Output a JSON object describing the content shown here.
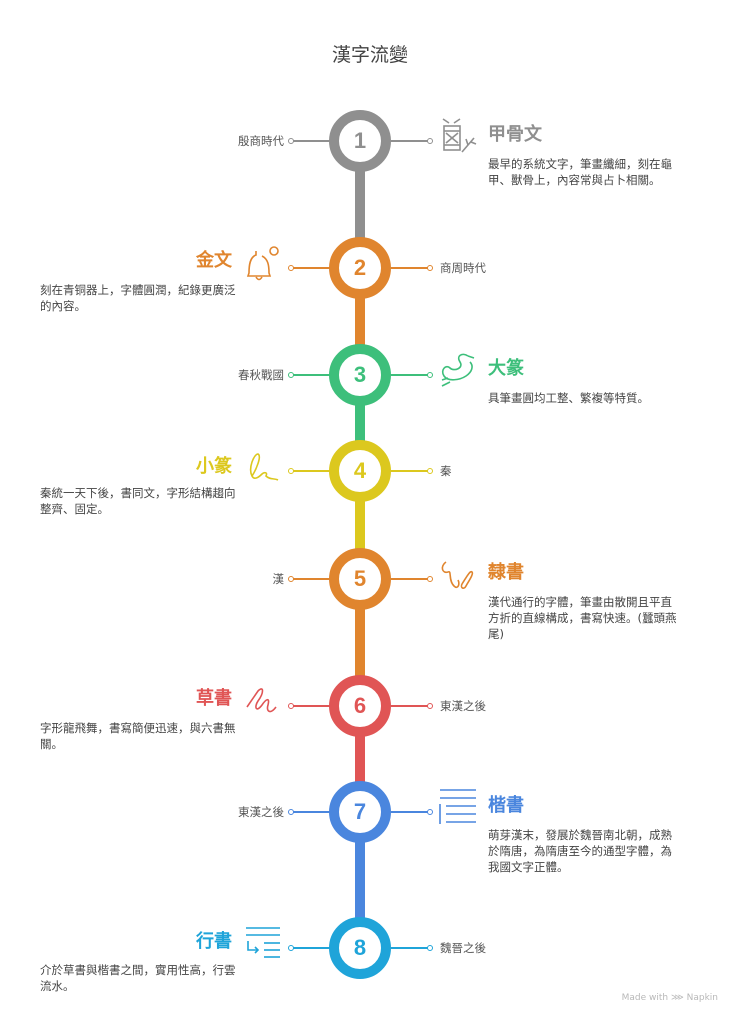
{
  "title": "漢字流變",
  "footer": "Made with ⋙ Napkin",
  "colors": {
    "gray": "#8f8f8f",
    "orange": "#e0852e",
    "green": "#3dbf7b",
    "yellow": "#dcc81e",
    "red": "#e05555",
    "blue": "#4a86de",
    "cyan": "#1fa4d9"
  },
  "stages": [
    {
      "number": "1",
      "name": "甲骨文",
      "era": "殷商時代",
      "description": "最早的系統文字，筆畫纖細，刻在龜甲、獸骨上，內容常與占卜相關。",
      "icon": "oracle-bone-icon",
      "color": "#8f8f8f",
      "side": "right"
    },
    {
      "number": "2",
      "name": "金文",
      "era": "商周時代",
      "description": "刻在青铜器上，字體圓潤，紀錄更廣泛的內容。",
      "icon": "bell-icon",
      "color": "#e0852e",
      "side": "left"
    },
    {
      "number": "3",
      "name": "大篆",
      "era": "春秋戰國",
      "description": "具筆畫圓均工整、繁複等特質。",
      "icon": "snake-icon",
      "color": "#3dbf7b",
      "side": "right"
    },
    {
      "number": "4",
      "name": "小篆",
      "era": "秦",
      "description": "秦統一天下後，書同文，字形結構趨向整齊、固定。",
      "icon": "signature-icon",
      "color": "#dcc81e",
      "side": "left"
    },
    {
      "number": "5",
      "name": "隸書",
      "era": "漢",
      "description": "漢代通行的字體，筆畫由散開且平直方折的直線構成，書寫快速。(蠶頭燕尾)",
      "icon": "squiggle-icon",
      "color": "#e0852e",
      "side": "right"
    },
    {
      "number": "6",
      "name": "草書",
      "era": "東漢之後",
      "description": "字形龍飛舞，書寫簡便迅速，與六書無關。",
      "icon": "cursive-icon",
      "color": "#e05555",
      "side": "left"
    },
    {
      "number": "7",
      "name": "楷書",
      "era": "東漢之後",
      "description": "萌芽漢末，發展於魏晉南北朝，成熟於隋唐，為隋唐至今的通型字體，為我國文字正體。",
      "icon": "text-lines-icon",
      "color": "#4a86de",
      "side": "right"
    },
    {
      "number": "8",
      "name": "行書",
      "era": "魏晉之後",
      "description": "介於草書與楷書之間，實用性高，行雲流水。",
      "icon": "text-wrap-icon",
      "color": "#1fa4d9",
      "side": "left"
    }
  ]
}
